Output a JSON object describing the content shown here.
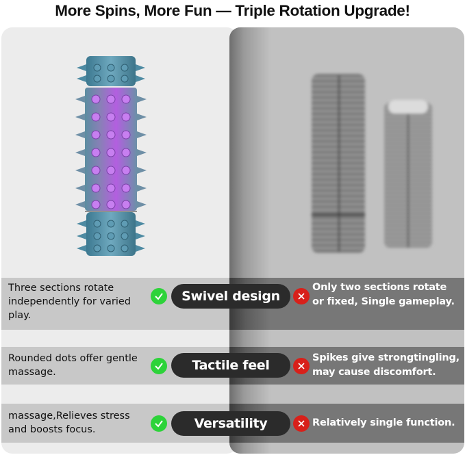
{
  "title": "More Spins, More Fun — Triple Rotation Upgrade!",
  "colors": {
    "left_panel_bg": "#ececec",
    "right_panel_bg": "#c1c1c1",
    "left_band_bg": "#c8c8c8",
    "right_band_bg": "#777777",
    "pill_bg": "#2b2b2b",
    "check_green": "#2dd33a",
    "cross_red": "#d8201a",
    "product_blue": "#4f8fa8",
    "product_purple": "#a64fd8"
  },
  "left_panel": {
    "product_image": "spiked-fidget-roller-blue-purple-three-sections"
  },
  "right_panel": {
    "product_image": "blurred-gray-competitor-rollers"
  },
  "rows": [
    {
      "feature": "Swivel design",
      "ours_icon": "check-icon",
      "ours_lines": [
        "Three sections rotate",
        "independently for varied",
        "play."
      ],
      "theirs_icon": "cross-icon",
      "theirs_lines": [
        "Only two sections rotate",
        "or fixed, Single gameplay."
      ]
    },
    {
      "feature": "Tactile feel",
      "ours_icon": "check-icon",
      "ours_lines": [
        "Rounded dots offer gentle",
        "massage."
      ],
      "theirs_icon": "cross-icon",
      "theirs_lines": [
        "Spikes give strongtingling,",
        "may cause discomfort."
      ]
    },
    {
      "feature": "Versatility",
      "ours_icon": "check-icon",
      "ours_lines": [
        "massage,Relieves stress",
        "and boosts focus."
      ],
      "theirs_icon": "cross-icon",
      "theirs_lines": [
        "Relatively single function."
      ]
    }
  ]
}
